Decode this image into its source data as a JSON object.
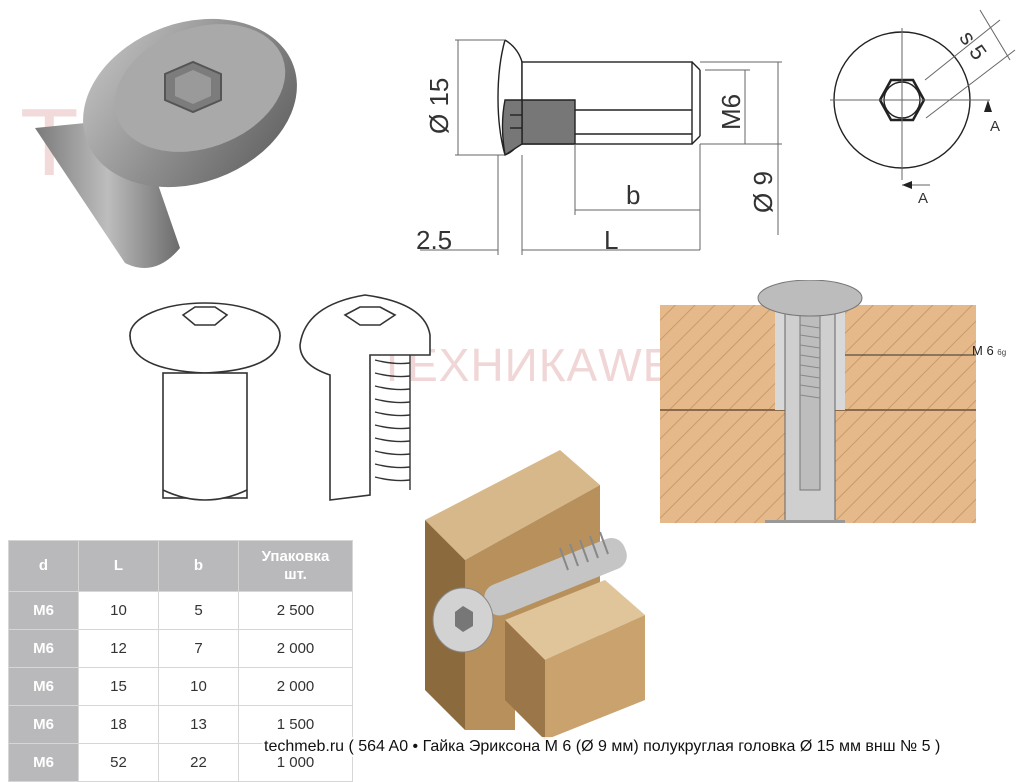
{
  "watermarks": {
    "top_left": "TMI",
    "center": "ТЕХНИКАWEB"
  },
  "drawing": {
    "dia_head": "Ø 15",
    "thread": "M6",
    "dia_body": "Ø 9",
    "head_height": "2.5",
    "length_label": "L",
    "thread_length_label": "b",
    "hex_size": "s 5",
    "section_a": "A",
    "section_a2": "A"
  },
  "assembly_photo": {
    "thread_label": "M 6",
    "thread_tolerance": "6g"
  },
  "table": {
    "headers": [
      "d",
      "L",
      "b",
      "Упаковка шт."
    ],
    "header_pack_line1": "Упаковка",
    "header_pack_line2": "шт.",
    "rows": [
      {
        "d": "M6",
        "L": "10",
        "b": "5",
        "pack": "2 500"
      },
      {
        "d": "M6",
        "L": "12",
        "b": "7",
        "pack": "2 000"
      },
      {
        "d": "M6",
        "L": "15",
        "b": "10",
        "pack": "2 000"
      },
      {
        "d": "M6",
        "L": "18",
        "b": "13",
        "pack": "1 500"
      },
      {
        "d": "M6",
        "L": "52",
        "b": "22",
        "pack": "1 000"
      }
    ]
  },
  "caption": "techmeb.ru  ( 564 A0 • Гайка Эриксона M 6 (Ø 9 мм) полукруглая головка Ø 15 мм внш № 5 )"
}
